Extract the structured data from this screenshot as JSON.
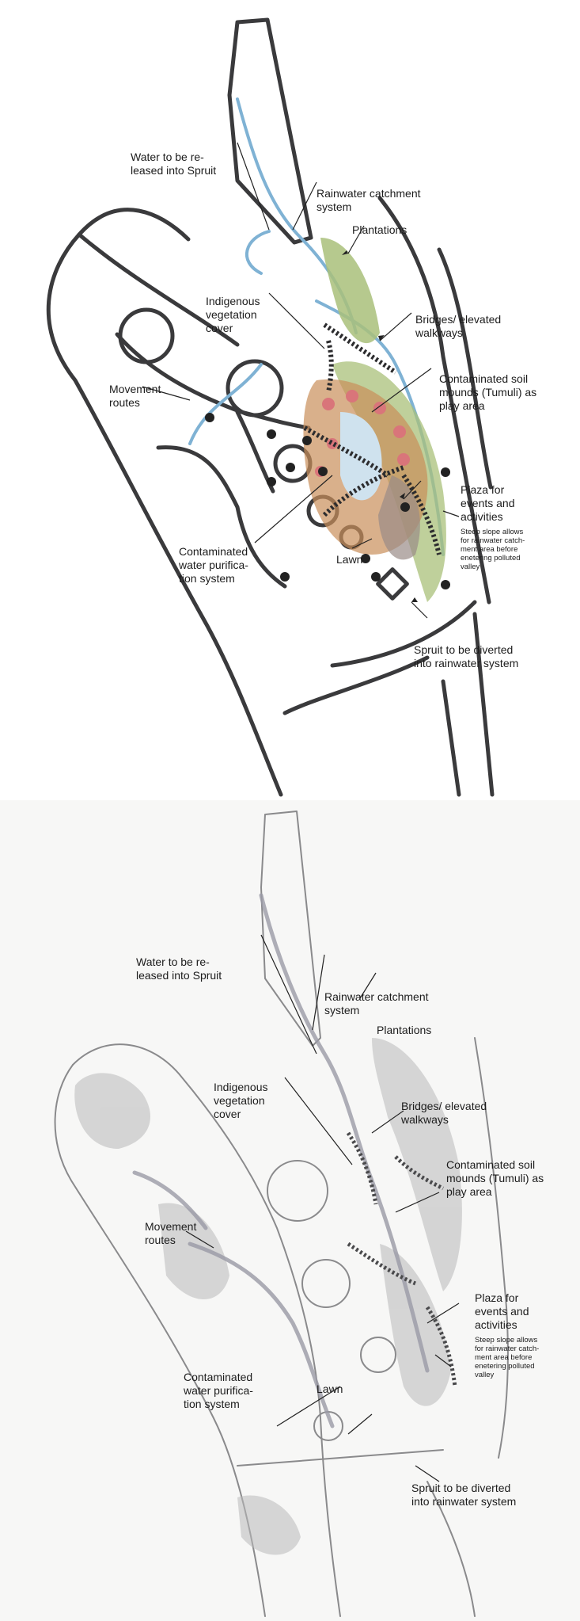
{
  "panels": [
    {
      "style": "colour sketch",
      "labels": {
        "water_release": "Water to be re-\nleased into Spruit",
        "rainwater_catchment": "Rainwater catchment\nsystem",
        "plantations": "Plantations",
        "indigenous_vegetation": "Indigenous\nvegetation\ncover",
        "bridges": "Bridges/ elevated\nwalkways",
        "contaminated_soil": "Contaminated soil\nmounds (Tumuli) as\nplay area",
        "movement_routes": "Movement\nroutes",
        "plaza": "Plaza for\nevents and\nactivities",
        "steep_slope": "Steep slope allows\nfor rainwater catch-\nment area before\nenetering polluted\nvalley",
        "water_purification": "Contaminated\nwater purifica-\ntion system",
        "lawn": "Lawn",
        "spruit_diverted": "Spruit to be diverted\ninto rainwater system"
      }
    },
    {
      "style": "pencil sketch",
      "labels": {
        "water_release": "Water to be re-\nleased into Spruit",
        "rainwater_catchment": "Rainwater catchment\nsystem",
        "plantations": "Plantations",
        "indigenous_vegetation": "Indigenous\nvegetation\ncover",
        "bridges": "Bridges/ elevated\nwalkways",
        "contaminated_soil": "Contaminated soil\nmounds (Tumuli) as\nplay area",
        "movement_routes": "Movement\nroutes",
        "plaza": "Plaza for\nevents and\nactivities",
        "steep_slope": "Steep slope allows\nfor rainwater catch-\nment area before\nenetering polluted\nvalley",
        "water_purification": "Contaminated\nwater purifica-\ntion system",
        "lawn": "Lawn",
        "spruit_diverted": "Spruit to be diverted\ninto rainwater system"
      }
    }
  ],
  "colors": {
    "outline": "#3a3a3c",
    "water": "#7fb2d4",
    "plantation": "#a9c07a",
    "soil": "#c98f5a",
    "mound": "#d9757a",
    "pencil": "#8a8a8c"
  }
}
